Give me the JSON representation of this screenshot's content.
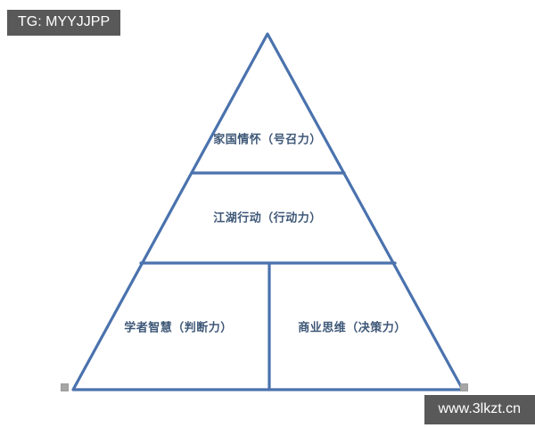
{
  "diagram": {
    "type": "pyramid",
    "stroke_color": "#4a72ad",
    "fill_color": "#ffffff",
    "text_color": "#3f5878",
    "tiers": [
      {
        "id": "top",
        "label": "家国情怀（号召力）"
      },
      {
        "id": "middle",
        "label": "江湖行动（行动力）"
      },
      {
        "id": "bottom_left",
        "label": "学者智慧（判断力）"
      },
      {
        "id": "bottom_right",
        "label": "商业思维（决策力）"
      }
    ]
  },
  "watermarks": {
    "top_left": "TG: MYYJJPP",
    "bottom_right": "www.3lkzt.cn",
    "background_color": "#595959",
    "text_color": "#ffffff"
  },
  "handles": {
    "left_label": "resize-handle-left",
    "right_label": "resize-handle-right"
  }
}
